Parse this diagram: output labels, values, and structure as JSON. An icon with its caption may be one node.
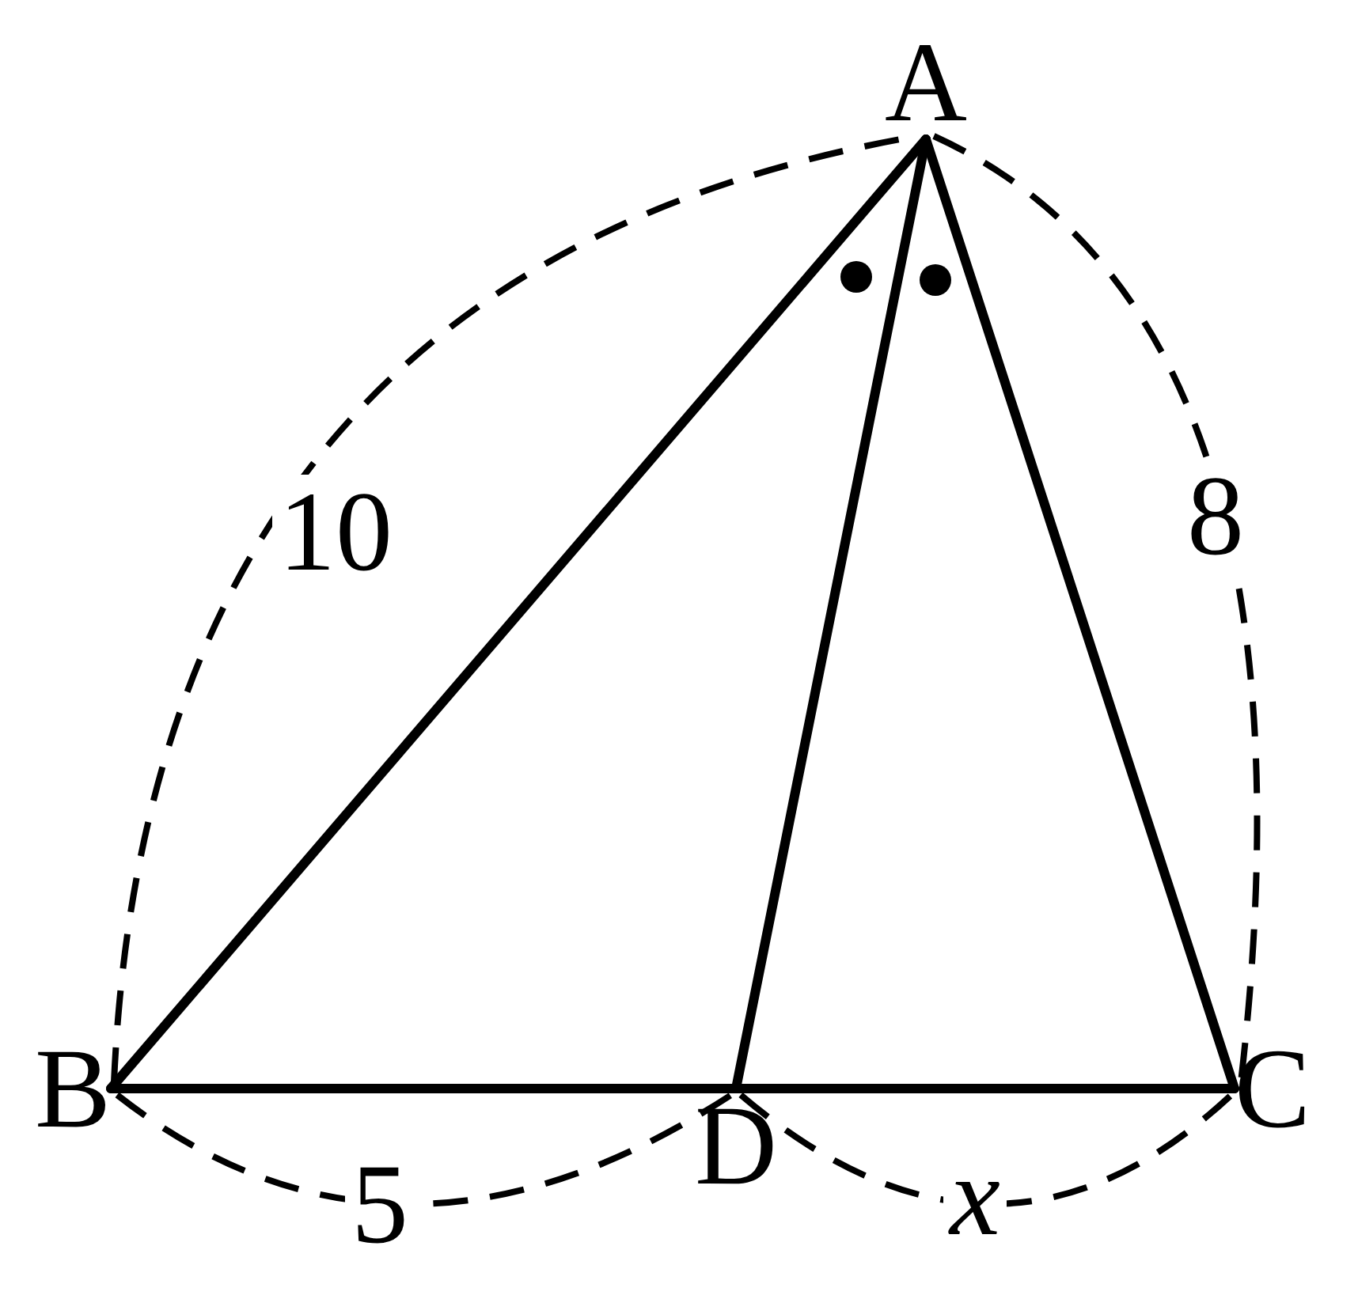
{
  "diagram": {
    "nodes": [
      {
        "text": [
          "A"
        ]
      },
      {
        "text": [
          "B"
        ]
      },
      {
        "text": [
          "C"
        ]
      },
      {
        "text": [
          "D"
        ]
      }
    ],
    "edges": [
      {
        "from": 0,
        "to": 1,
        "arrow": "none"
      },
      {
        "from": 0,
        "to": 2,
        "arrow": "none"
      },
      {
        "from": 0,
        "to": 3,
        "arrow": "none"
      },
      {
        "from": 1,
        "to": 3,
        "arrow": "none"
      },
      {
        "from": 3,
        "to": 2,
        "arrow": "none"
      }
    ],
    "labels": [
      "10",
      "8",
      "5",
      "x"
    ]
  }
}
